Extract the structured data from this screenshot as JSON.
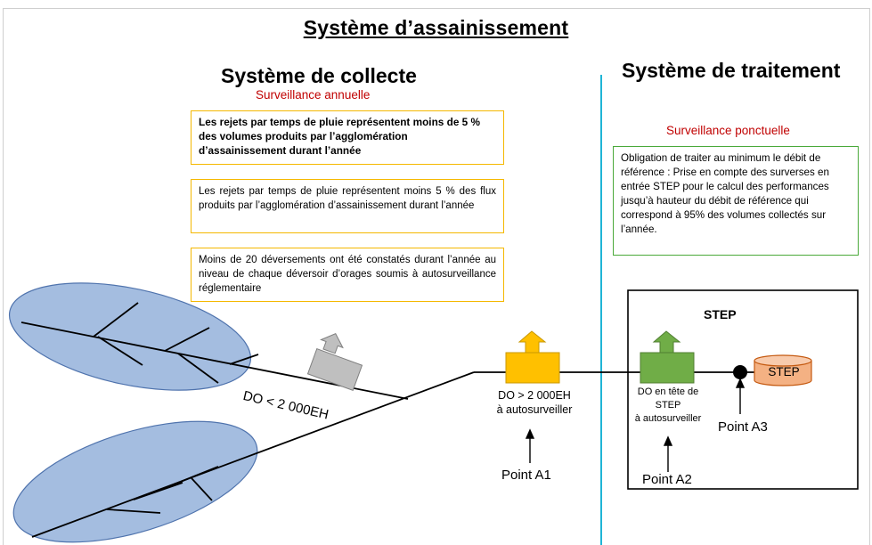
{
  "title": "Système d’assainissement",
  "collecte": {
    "heading": "Système de collecte",
    "subtitle": "Surveillance annuelle",
    "box1": "Les rejets par temps de pluie représentent moins de 5 % des volumes produits par l’agglomération d’assainissement durant l’année",
    "box2": "Les rejets par temps de pluie représentent moins 5 % des flux produits par l’agglomération d’assainissement durant l’année",
    "box3": "Moins de 20 déversements ont été constatés durant l’année au niveau de chaque déversoir d’orages soumis à autosurveillance réglementaire"
  },
  "traitement": {
    "heading": "Système de traitement",
    "subtitle": "Surveillance ponctuelle",
    "box": "Obligation de traiter au minimum le débit de référence : Prise en compte des surverses en entrée STEP pour le calcul des performances jusqu’à hauteur du débit de référence qui correspond à 95% des volumes collectés sur l’année."
  },
  "diagram": {
    "do_small": "DO < 2 000EH",
    "do_large_1": "DO > 2 000EH",
    "do_large_2": "à autosurveiller",
    "do_step_1": "DO en tête de",
    "do_step_2": "STEP",
    "do_step_3": "à autosurveiller",
    "step_box_title": "STEP",
    "step_tank_label": "STEP",
    "point_a1": "Point A1",
    "point_a2": "Point A2",
    "point_a3": "Point A3"
  },
  "colors": {
    "catchment_fill": "#a4bde0",
    "catchment_stroke": "#4f73ad",
    "do_small": "#bfbfbf",
    "do_large": "#ffc000",
    "do_step": "#70ad47",
    "tank": "#f4b183",
    "divider": "#1fb5d6",
    "red_text": "#c00000",
    "yellow_border": "#f5b800",
    "green_border": "#4aa93a"
  }
}
